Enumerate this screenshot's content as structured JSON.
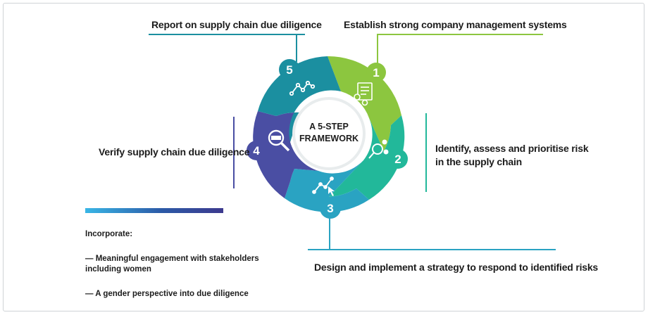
{
  "center": {
    "line1": "A 5-STEP",
    "line2": "FRAMEWORK"
  },
  "steps": [
    {
      "number": "1",
      "label": "Establish strong company management systems",
      "icon": "document-gears-icon",
      "color": "#8cc63f"
    },
    {
      "number": "2",
      "label_line1": "Identify, assess and prioritise risk",
      "label_line2": "in the supply chain",
      "icon": "magnifier-network-icon",
      "color": "#22b89a"
    },
    {
      "number": "3",
      "label": "Design and implement a strategy to respond to identified risks",
      "icon": "line-graph-cursor-icon",
      "color": "#2aa3c2"
    },
    {
      "number": "4",
      "label": "Verify supply chain due diligence",
      "icon": "magnifier-audit-icon",
      "color": "#4a4ea3"
    },
    {
      "number": "5",
      "label": "Report on supply chain due diligence",
      "icon": "line-graph-icon",
      "color": "#1b8fa0"
    }
  ],
  "incorporate": {
    "heading": "Incorporate:",
    "item1_line1": "—  Meaningful engagement with stakeholders",
    "item1_line2": "including women",
    "item2": "—  A gender perspective into due diligence"
  },
  "colors": {
    "line5": "#1b8fa0",
    "line1": "#8cc63f",
    "line2": "#22b89a",
    "line3": "#2aa3c2",
    "line4": "#4a4ea3"
  }
}
